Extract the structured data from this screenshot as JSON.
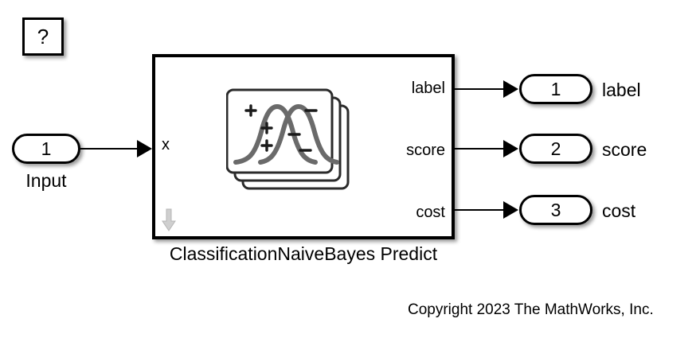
{
  "diagram": {
    "title": "ClassificationNaiveBayes Predict",
    "copyright": "Copyright 2023 The MathWorks, Inc.",
    "background_color": "#ffffff",
    "line_color": "#000000"
  },
  "help_block": {
    "label": "?",
    "name": "help-block"
  },
  "main_block": {
    "caption": "ClassificationNaiveBayes Predict",
    "border_color": "#000000",
    "fill_color": "#ffffff",
    "resize_arrow_color": "#c8c8c8",
    "input_port_labels": [
      "x"
    ],
    "output_port_labels": [
      "label",
      "score",
      "cost"
    ],
    "icon": {
      "name": "naive-bayes-gaussian-icon",
      "card_count": 3,
      "card_border_color": "#2b2b2b",
      "curve_color": "#6a6a6a",
      "plus_signs": 3,
      "minus_signs": 3,
      "curves": 2
    }
  },
  "inports": [
    {
      "number": "1",
      "caption": "Input",
      "name": "inport-1-input"
    }
  ],
  "outports": [
    {
      "number": "1",
      "caption": "label",
      "name": "outport-1-label"
    },
    {
      "number": "2",
      "caption": "score",
      "name": "outport-2-score"
    },
    {
      "number": "3",
      "caption": "cost",
      "name": "outport-3-cost"
    }
  ]
}
